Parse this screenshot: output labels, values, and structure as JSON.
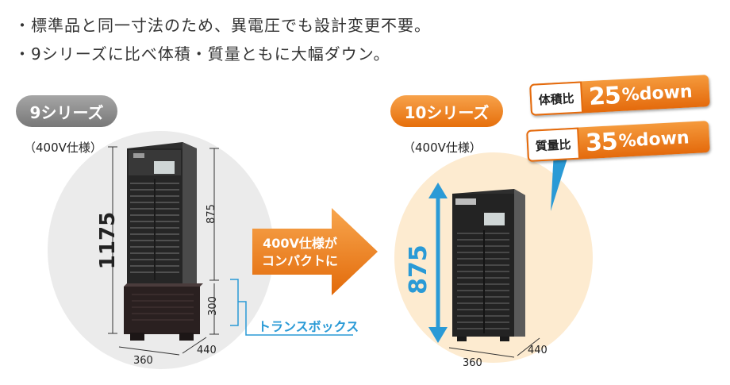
{
  "bullets": [
    "・標準品と同一寸法のため、異電圧でも設計変更不要。",
    "・9シリーズに比べ体積・質量ともに大幅ダウン。"
  ],
  "series9": {
    "label": "9シリーズ",
    "spec": "（400V仕様）",
    "height_total": "1175",
    "height_unit": "875",
    "height_box": "300",
    "width": "360",
    "depth": "440",
    "box_label": "トランスボックス"
  },
  "series10": {
    "label": "10シリーズ",
    "spec": "（400V仕様）",
    "height": "875",
    "width": "360",
    "depth": "440"
  },
  "arrow": {
    "line1": "400V仕様が",
    "line2": "コンパクトに"
  },
  "badges": [
    {
      "tag": "体積比",
      "value": "25",
      "unit": "%down"
    },
    {
      "tag": "質量比",
      "value": "35",
      "unit": "%down"
    }
  ],
  "colors": {
    "accent_orange": "#e66f0b",
    "accent_blue": "#2a9ad6",
    "gray_pill": "#787878"
  }
}
